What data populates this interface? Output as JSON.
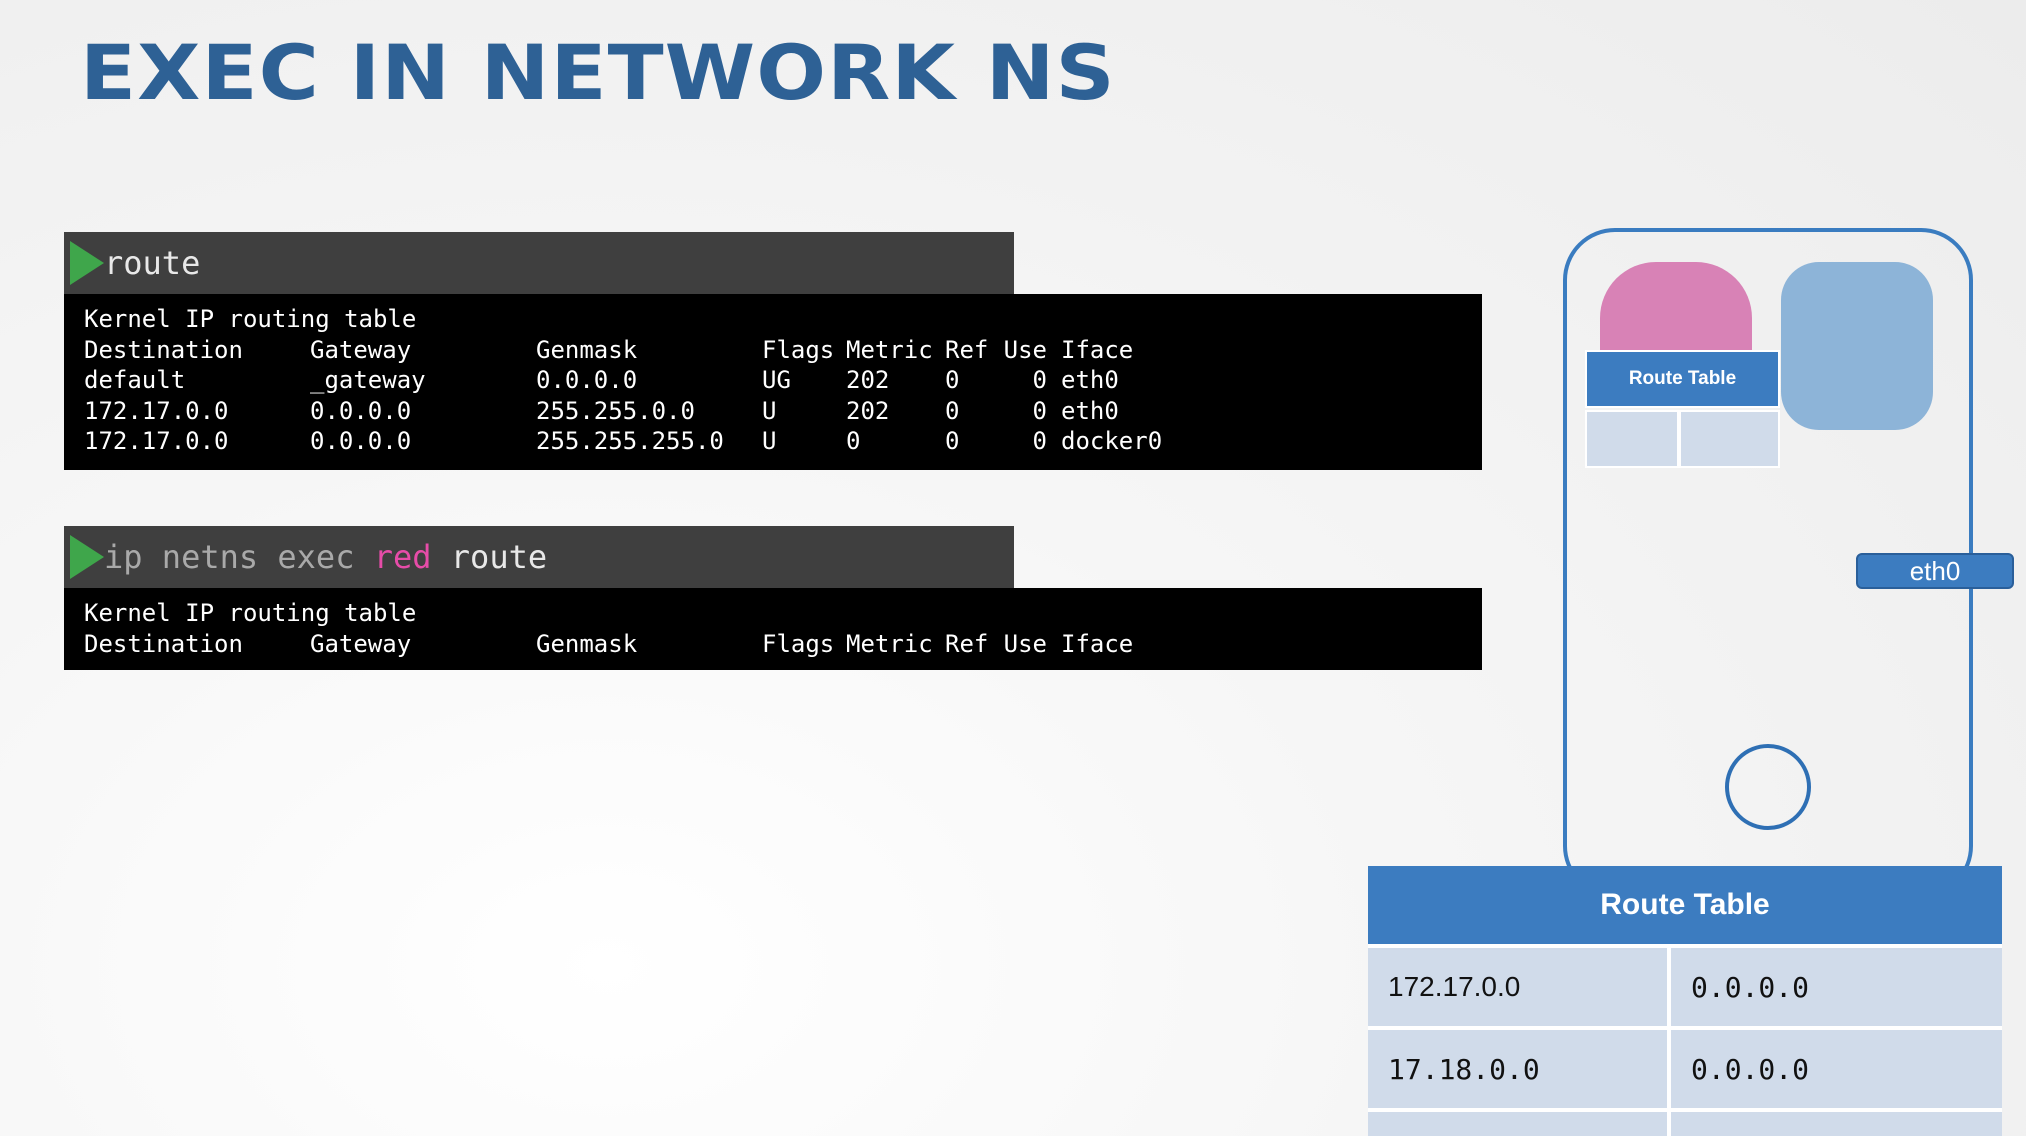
{
  "title": "EXEC IN NETWORK NS",
  "command1": {
    "text": "route"
  },
  "output1": {
    "heading": "Kernel IP routing table",
    "columns": [
      "Destination",
      "Gateway",
      "Genmask",
      "Flags",
      "Metric",
      "Ref",
      "Use",
      "Iface"
    ],
    "rows": [
      [
        "default",
        "_gateway",
        "0.0.0.0",
        "UG",
        "202",
        "0",
        "0",
        "eth0"
      ],
      [
        "172.17.0.0",
        "0.0.0.0",
        "255.255.0.0",
        "U",
        "202",
        "0",
        "0",
        "eth0"
      ],
      [
        "172.17.0.0",
        "0.0.0.0",
        "255.255.255.0",
        "U",
        "0",
        "0",
        "0",
        "docker0"
      ]
    ]
  },
  "command2": {
    "p1": "ip netns exec ",
    "p2": "red",
    "p3": " route"
  },
  "output2": {
    "heading": "Kernel IP routing table",
    "columns": [
      "Destination",
      "Gateway",
      "Genmask",
      "Flags",
      "Metric",
      "Ref",
      "Use",
      "Iface"
    ]
  },
  "diagram": {
    "small_route_table_label": "Route Table",
    "eth0_label": "eth0",
    "route_table": {
      "header": "Route Table",
      "rows": [
        [
          "172.17.0.0",
          "0.0.0.0"
        ],
        [
          "17.18.0.0",
          "0.0.0.0"
        ]
      ]
    },
    "colors": {
      "accent": "#3c7cc0",
      "pink": "#d882b6",
      "light_blue": "#8db4d8",
      "cell": "#d0dbea"
    }
  }
}
